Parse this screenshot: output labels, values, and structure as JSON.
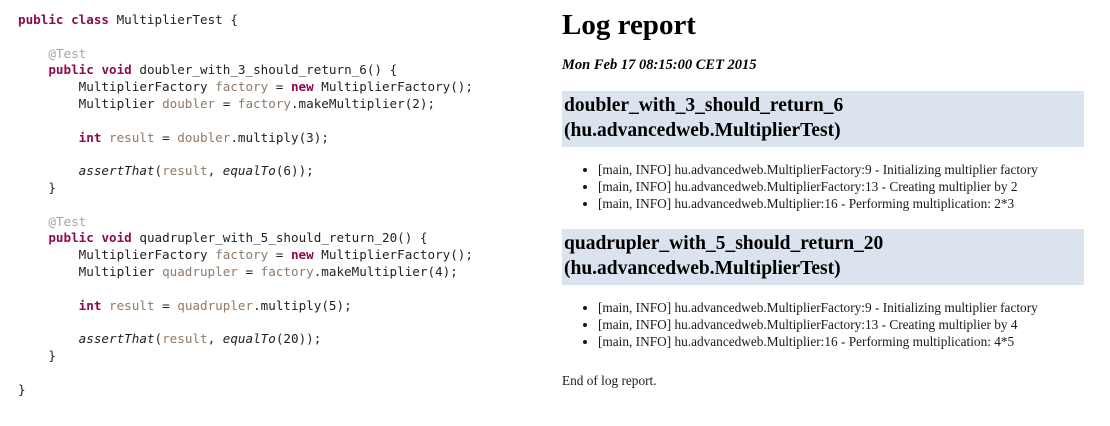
{
  "code_pane": {
    "language": "java",
    "colors": {
      "keyword": "#8f0b4f",
      "annotation": "#a6a6a6",
      "variable": "#8e7a68",
      "plain": "#222222"
    },
    "lines": [
      [
        {
          "t": "public",
          "c": "kw"
        },
        {
          "t": " ",
          "c": "plain"
        },
        {
          "t": "class",
          "c": "kw"
        },
        {
          "t": " MultiplierTest {",
          "c": "plain"
        }
      ],
      [],
      [
        {
          "t": "    ",
          "c": "plain"
        },
        {
          "t": "@Test",
          "c": "ann"
        }
      ],
      [
        {
          "t": "    ",
          "c": "plain"
        },
        {
          "t": "public",
          "c": "kw"
        },
        {
          "t": " ",
          "c": "plain"
        },
        {
          "t": "void",
          "c": "kw"
        },
        {
          "t": " doubler_with_3_should_return_6() {",
          "c": "plain"
        }
      ],
      [
        {
          "t": "        MultiplierFactory ",
          "c": "plain"
        },
        {
          "t": "factory",
          "c": "var"
        },
        {
          "t": " = ",
          "c": "plain"
        },
        {
          "t": "new",
          "c": "kw"
        },
        {
          "t": " MultiplierFactory();",
          "c": "plain"
        }
      ],
      [
        {
          "t": "        Multiplier ",
          "c": "plain"
        },
        {
          "t": "doubler",
          "c": "var"
        },
        {
          "t": " = ",
          "c": "plain"
        },
        {
          "t": "factory",
          "c": "var"
        },
        {
          "t": ".makeMultiplier(2);",
          "c": "plain"
        }
      ],
      [],
      [
        {
          "t": "        ",
          "c": "plain"
        },
        {
          "t": "int",
          "c": "kw"
        },
        {
          "t": " ",
          "c": "plain"
        },
        {
          "t": "result",
          "c": "var"
        },
        {
          "t": " = ",
          "c": "plain"
        },
        {
          "t": "doubler",
          "c": "var"
        },
        {
          "t": ".multiply(3);",
          "c": "plain"
        }
      ],
      [],
      [
        {
          "t": "        ",
          "c": "plain"
        },
        {
          "t": "assertThat",
          "c": "ital"
        },
        {
          "t": "(",
          "c": "plain"
        },
        {
          "t": "result",
          "c": "var"
        },
        {
          "t": ", ",
          "c": "plain"
        },
        {
          "t": "equalTo",
          "c": "ital"
        },
        {
          "t": "(6));",
          "c": "plain"
        }
      ],
      [
        {
          "t": "    }",
          "c": "plain"
        }
      ],
      [],
      [
        {
          "t": "    ",
          "c": "plain"
        },
        {
          "t": "@Test",
          "c": "ann"
        }
      ],
      [
        {
          "t": "    ",
          "c": "plain"
        },
        {
          "t": "public",
          "c": "kw"
        },
        {
          "t": " ",
          "c": "plain"
        },
        {
          "t": "void",
          "c": "kw"
        },
        {
          "t": " quadrupler_with_5_should_return_20() {",
          "c": "plain"
        }
      ],
      [
        {
          "t": "        MultiplierFactory ",
          "c": "plain"
        },
        {
          "t": "factory",
          "c": "var"
        },
        {
          "t": " = ",
          "c": "plain"
        },
        {
          "t": "new",
          "c": "kw"
        },
        {
          "t": " MultiplierFactory();",
          "c": "plain"
        }
      ],
      [
        {
          "t": "        Multiplier ",
          "c": "plain"
        },
        {
          "t": "quadrupler",
          "c": "var"
        },
        {
          "t": " = ",
          "c": "plain"
        },
        {
          "t": "factory",
          "c": "var"
        },
        {
          "t": ".makeMultiplier(4);",
          "c": "plain"
        }
      ],
      [],
      [
        {
          "t": "        ",
          "c": "plain"
        },
        {
          "t": "int",
          "c": "kw"
        },
        {
          "t": " ",
          "c": "plain"
        },
        {
          "t": "result",
          "c": "var"
        },
        {
          "t": " = ",
          "c": "plain"
        },
        {
          "t": "quadrupler",
          "c": "var"
        },
        {
          "t": ".multiply(5);",
          "c": "plain"
        }
      ],
      [],
      [
        {
          "t": "        ",
          "c": "plain"
        },
        {
          "t": "assertThat",
          "c": "ital"
        },
        {
          "t": "(",
          "c": "plain"
        },
        {
          "t": "result",
          "c": "var"
        },
        {
          "t": ", ",
          "c": "plain"
        },
        {
          "t": "equalTo",
          "c": "ital"
        },
        {
          "t": "(20));",
          "c": "plain"
        }
      ],
      [
        {
          "t": "    }",
          "c": "plain"
        }
      ],
      [],
      [
        {
          "t": "}",
          "c": "plain"
        }
      ]
    ]
  },
  "report": {
    "title": "Log report",
    "date": "Mon Feb 17 08:15:00 CET 2015",
    "highlight_color": "#dbe3ef",
    "footer": "End of log report.",
    "tests": [
      {
        "name": "doubler_with_3_should_return_6",
        "class": "(hu.advancedweb.MultiplierTest)",
        "logs": [
          "[main, INFO] hu.advancedweb.MultiplierFactory:9 - Initializing multiplier factory",
          "[main, INFO] hu.advancedweb.MultiplierFactory:13 - Creating multiplier by 2",
          "[main, INFO] hu.advancedweb.Multiplier:16 - Performing multiplication: 2*3"
        ]
      },
      {
        "name": "quadrupler_with_5_should_return_20",
        "class": "(hu.advancedweb.MultiplierTest)",
        "logs": [
          "[main, INFO] hu.advancedweb.MultiplierFactory:9 - Initializing multiplier factory",
          "[main, INFO] hu.advancedweb.MultiplierFactory:13 - Creating multiplier by 4",
          "[main, INFO] hu.advancedweb.Multiplier:16 - Performing multiplication: 4*5"
        ]
      }
    ]
  }
}
